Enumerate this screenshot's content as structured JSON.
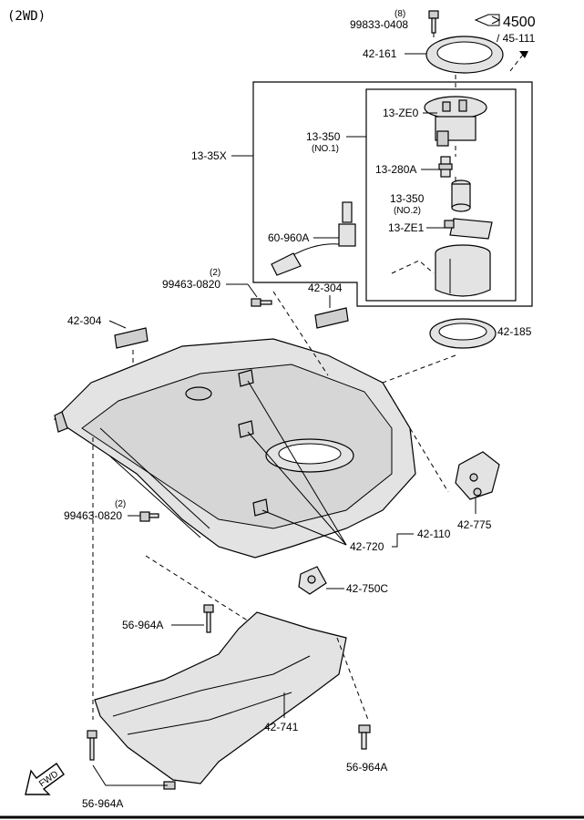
{
  "header": {
    "variant": "(2WD)"
  },
  "reference": {
    "number": "4500",
    "page": "/ 45-111"
  },
  "fwd_label": "FWD",
  "parts": {
    "p99833": {
      "qty": "(8)",
      "code": "99833-0408"
    },
    "p42161": "42-161",
    "p1335x": "13-35X",
    "p13ze0": "13-ZE0",
    "p13350a": {
      "code": "13-350",
      "note": "(NO.1)"
    },
    "p13280a": "13-280A",
    "p13350b": {
      "code": "13-350",
      "note": "(NO.2)"
    },
    "p13ze1": "13-ZE1",
    "p60960a": "60-960A",
    "p99463a": {
      "qty": "(2)",
      "code": "99463-0820"
    },
    "p42304a": "42-304",
    "p42304b": "42-304",
    "p42185": "42-185",
    "p99463b": {
      "qty": "(2)",
      "code": "99463-0820"
    },
    "p42110": "42-110",
    "p42720": "42-720",
    "p42775": "42-775",
    "p42750c": "42-750C",
    "p56964a1": "56-964A",
    "p42741": "42-741",
    "p56964a2": "56-964A",
    "p56964a3": "56-964A"
  }
}
